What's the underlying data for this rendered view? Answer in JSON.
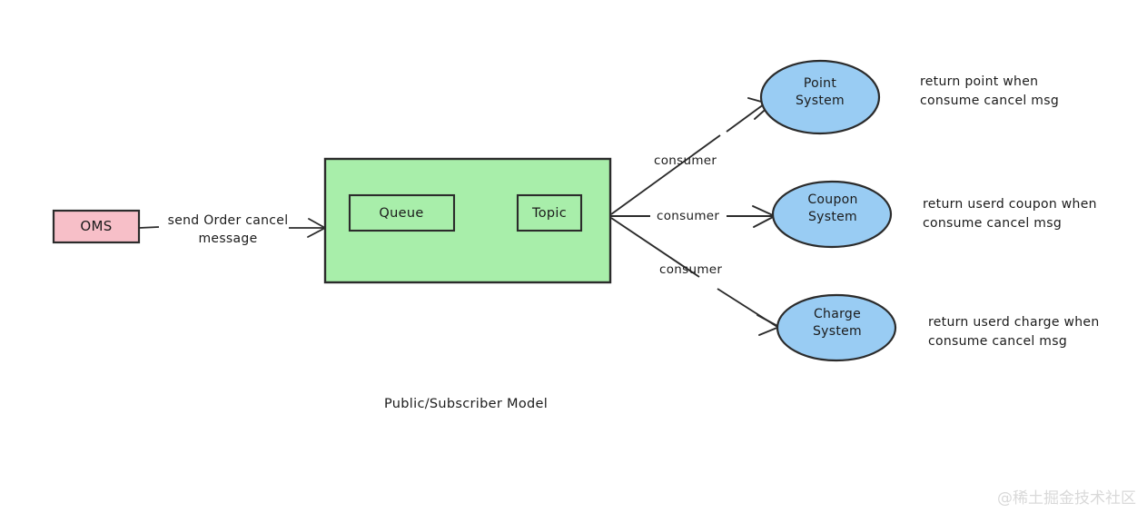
{
  "diagram": {
    "caption": "Public/Subscriber Model",
    "watermark": "@稀土掘金技术社区",
    "colors": {
      "producer_fill": "#f7bfc8",
      "broker_fill": "#a8eeaa",
      "consumer_fill": "#99ccf3",
      "stroke": "#2b2b2b",
      "background": "#ffffff"
    },
    "nodes": {
      "producer": {
        "label": "OMS",
        "shape": "rectangle"
      },
      "broker": {
        "shape": "rectangle",
        "children": [
          {
            "label": "Queue",
            "shape": "rectangle"
          },
          {
            "label": "Topic",
            "shape": "rectangle"
          }
        ]
      },
      "consumers": [
        {
          "label": "Point\nSystem",
          "shape": "ellipse"
        },
        {
          "label": "Coupon\nSystem",
          "shape": "ellipse"
        },
        {
          "label": "Charge\nSystem",
          "shape": "ellipse"
        }
      ]
    },
    "edges": {
      "producer_to_broker": "send Order cancel\nmessage",
      "broker_to_consumers": [
        "consumer",
        "consumer",
        "consumer"
      ]
    },
    "notes": [
      "return point when\nconsume cancel msg",
      "return userd coupon when\nconsume cancel msg",
      "return userd charge when\nconsume cancel msg"
    ]
  }
}
